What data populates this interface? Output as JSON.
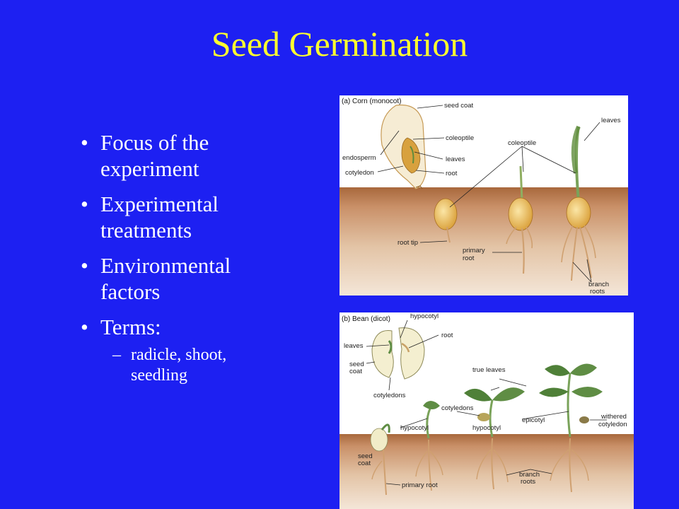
{
  "title": "Seed Germination",
  "bullets": [
    {
      "text": "Focus of the experiment"
    },
    {
      "text": "Experimental treatments"
    },
    {
      "text": "Environmental factors"
    },
    {
      "text": "Terms:",
      "sub": [
        {
          "text": "radicle, shoot, seedling"
        }
      ]
    }
  ],
  "figure_a": {
    "heading": "(a) Corn (monocot)",
    "labels": {
      "seed_coat": "seed coat",
      "endosperm": "endosperm",
      "coleoptile_1": "coleoptile",
      "leaves_1": "leaves",
      "cotyledon": "cotyledon",
      "root": "root",
      "coleoptile_2": "coleoptile",
      "leaves_2": "leaves",
      "root_tip": "root tip",
      "primary": "primary",
      "root_2": "root",
      "branch": "branch",
      "roots": "roots"
    },
    "colors": {
      "soil": "#c08458",
      "soil_light": "#e7cdb4",
      "seed": "#e9b24a",
      "leaf": "#7aa35a"
    }
  },
  "figure_b": {
    "heading": "(b) Bean (dicot)",
    "labels": {
      "hypocotyl_top": "hypocotyl",
      "root": "root",
      "leaves": "leaves",
      "seed": "seed",
      "coat": "coat",
      "cotyledons_1": "cotyledons",
      "true_leaves": "true leaves",
      "cotyledons_2": "cotyledons",
      "hypocotyl_1": "hypocotyl",
      "hypocotyl_2": "hypocotyl",
      "epicotyl": "epicotyl",
      "withered": "withered",
      "cotyledon": "cotyledon",
      "seed_2": "seed",
      "coat_2": "coat",
      "branch": "branch",
      "roots": "roots",
      "primary_root": "primary root"
    },
    "colors": {
      "soil": "#c08458",
      "soil_light": "#e7cdb4",
      "seed": "#f1ecc8",
      "leaf": "#5f8d44"
    }
  }
}
